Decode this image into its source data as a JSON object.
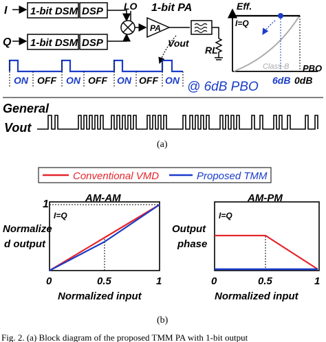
{
  "part_a": {
    "input_i": "I",
    "input_q": "Q",
    "dsm_label": "1-bit DSM",
    "dsp_label": "DSP",
    "lo_label": "LO",
    "pa_title": "1-bit PA",
    "pa_box": "PA",
    "vout": "Vout",
    "load": "RL",
    "eff_axis": "Eff.",
    "iq_label": "I=Q",
    "classb_label": "Class-B",
    "pbo_axis": "PBO",
    "tick_6db": "6dB",
    "tick_0db": "0dB",
    "pulse_labels": [
      "ON",
      "OFF",
      "ON",
      "OFF",
      "ON",
      "OFF",
      "ON"
    ],
    "pbo_caption": "@ 6dB PBO",
    "general_label": "General",
    "general_vout": "Vout",
    "caption": "(a)"
  },
  "part_b": {
    "legend": [
      {
        "name": "Conventional VMD",
        "color": "#e5262c"
      },
      {
        "name": "Proposed TMM",
        "color": "#1a3cc8"
      }
    ],
    "amam": {
      "title": "AM-AM",
      "ylabel_line1": "Normalize",
      "ylabel_line2": "d output",
      "iq_label": "I=Q",
      "xlabel": "Normalized input",
      "x_ticks": [
        "0",
        "0.5",
        "1"
      ],
      "y_top": "1"
    },
    "ampm": {
      "title": "AM-PM",
      "ylabel_line1": "Output",
      "ylabel_line2": "phase",
      "iq_label": "I=Q",
      "xlabel": "Normalized input",
      "x_ticks": [
        "0",
        "0.5",
        "1"
      ]
    },
    "caption": "(b)"
  },
  "footer_caption": "Fig. 2.    (a) Block diagram of the proposed TMM PA with 1-bit output"
}
